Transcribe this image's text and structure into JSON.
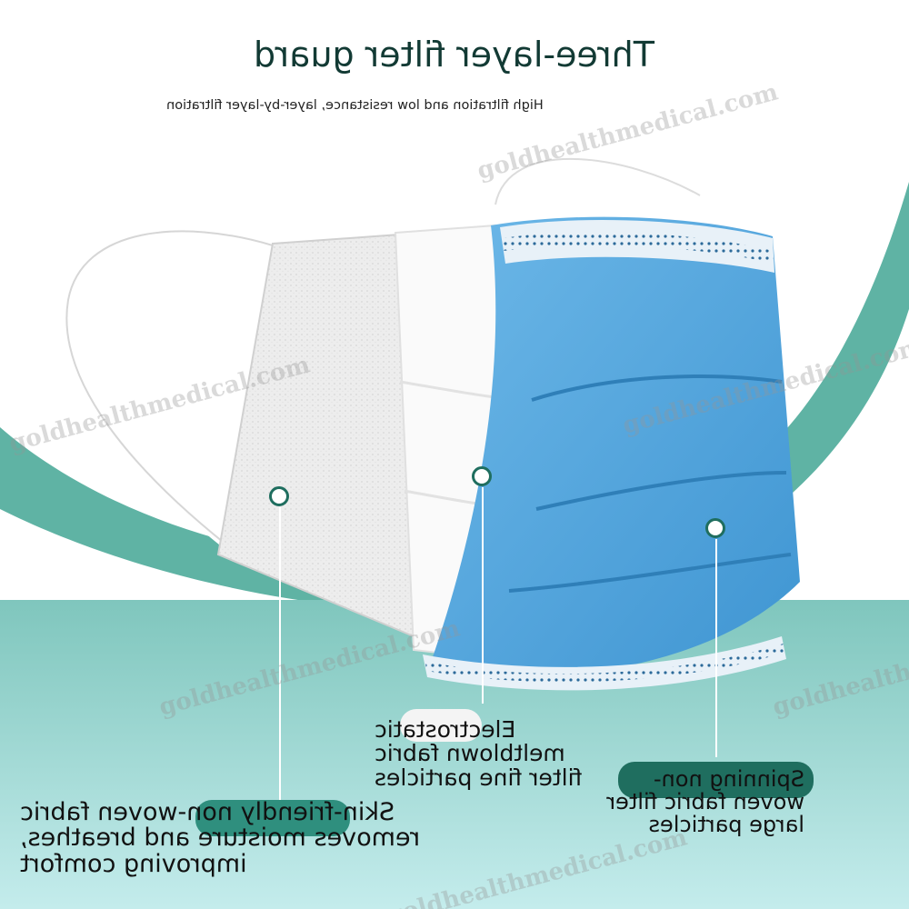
{
  "header": {
    "title": "Three-layer filter guard",
    "subtitle": "High filtration and low resistance, layer-by-layer filtration"
  },
  "layers": [
    {
      "label": "Skin-friendly non-woven fabric removes moisture and breathes, improving comfort"
    },
    {
      "label": "Electrostatic meltblown fabric filter fine particles"
    },
    {
      "label": "Spinning non-woven fabric filter large particles"
    }
  ],
  "watermark": "goldhealthmedical.com",
  "colors": {
    "teal": "#5fb3a4",
    "teal_light": "#a9dcd8",
    "mask_blue": "#5aa9df",
    "dot_border": "#1f6e5f",
    "title": "#123a34"
  }
}
